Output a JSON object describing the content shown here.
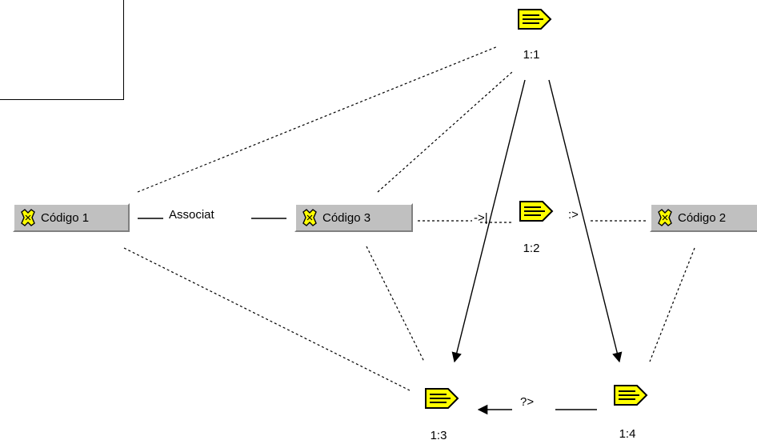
{
  "codes": [
    {
      "id": "codigo1",
      "label": "Código 1"
    },
    {
      "id": "codigo3",
      "label": "Código 3"
    },
    {
      "id": "codigo2",
      "label": "Código 2"
    }
  ],
  "quotations": [
    {
      "id": "q11",
      "label": "1:1"
    },
    {
      "id": "q12",
      "label": "1:2"
    },
    {
      "id": "q13",
      "label": "1:3"
    },
    {
      "id": "q14",
      "label": "1:4"
    }
  ],
  "edge_labels": {
    "associat": "Associat",
    "codigo3_to_q12": "->|",
    "q12_to_codigo2": ":>",
    "q14_to_q13": "?>"
  },
  "colors": {
    "code_face": "#c0c0c0",
    "code_icon": "#ffff00",
    "quote_icon": "#ffff00",
    "line": "#000000"
  }
}
